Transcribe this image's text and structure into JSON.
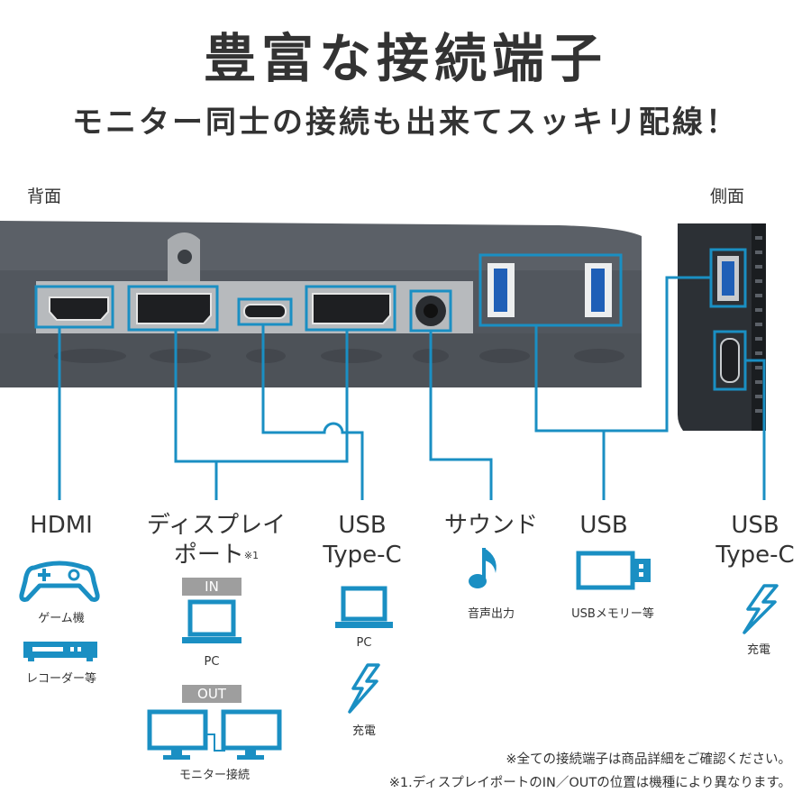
{
  "header": {
    "title": "豊富な接続端子",
    "subtitle": "モニター同士の接続も出来てスッキリ配線！"
  },
  "sections": {
    "back": "背面",
    "side": "側面"
  },
  "ports": {
    "hdmi": {
      "label": "HDMI",
      "uses": [
        "ゲーム機",
        "レコーダー等"
      ]
    },
    "displayport": {
      "label_line1": "ディスプレイ",
      "label_line2": "ポート",
      "footnote_mark": "※1",
      "in_tag": "IN",
      "in_use": "PC",
      "out_tag": "OUT",
      "out_use": "モニター接続"
    },
    "usbc_back": {
      "label_line1": "USB",
      "label_line2": "Type-C",
      "uses": [
        "PC",
        "充電"
      ]
    },
    "sound": {
      "label": "サウンド",
      "use": "音声出力"
    },
    "usb": {
      "label": "USB",
      "use": "USBメモリー等"
    },
    "usbc_side": {
      "label_line1": "USB",
      "label_line2": "Type-C",
      "use": "充電"
    }
  },
  "notes": [
    "※全ての接続端子は商品詳細をご確認ください。",
    "※1.ディスプレイポートのIN／OUTの位置は機種により異なります。"
  ],
  "colors": {
    "accent": "#1a8fc3",
    "panel": "#5a5f66",
    "strip": "#b9bcbf",
    "tag": "#9e9e9e",
    "text": "#333333"
  }
}
